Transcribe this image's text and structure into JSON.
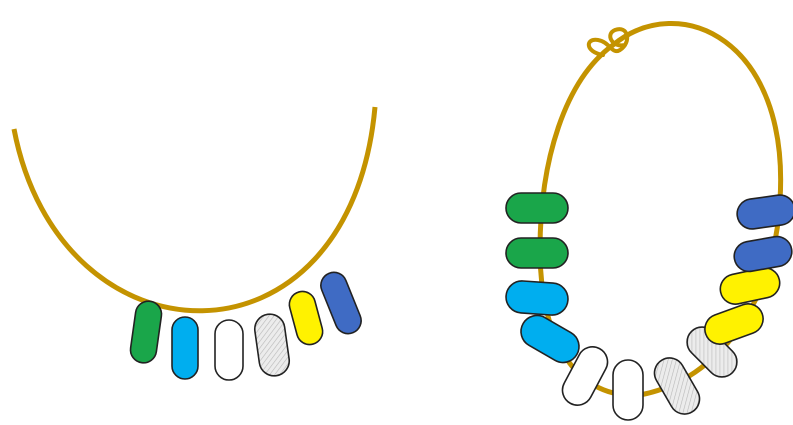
{
  "colors": {
    "background": "#ffffff",
    "string": "#c49300",
    "outline": "#222222",
    "green": "#1aa64a",
    "light_blue": "#00aeef",
    "white": "#ffffff",
    "striped_fill": "#ececec",
    "stripe_line": "#b8b8b8",
    "yellow": "#fff200",
    "dark_blue": "#3f6bc4"
  },
  "open_string": {
    "beads": [
      {
        "kind": "green"
      },
      {
        "kind": "light_blue"
      },
      {
        "kind": "white"
      },
      {
        "kind": "striped"
      },
      {
        "kind": "yellow"
      },
      {
        "kind": "dark_blue"
      }
    ]
  },
  "closed_bracelet": {
    "has_knot": true,
    "left_beads": [
      {
        "kind": "green"
      },
      {
        "kind": "green"
      },
      {
        "kind": "light_blue"
      },
      {
        "kind": "light_blue"
      }
    ],
    "bottom_beads": [
      {
        "kind": "white"
      },
      {
        "kind": "white"
      },
      {
        "kind": "striped"
      },
      {
        "kind": "striped"
      }
    ],
    "right_beads": [
      {
        "kind": "yellow"
      },
      {
        "kind": "yellow"
      },
      {
        "kind": "dark_blue"
      },
      {
        "kind": "dark_blue"
      }
    ]
  }
}
